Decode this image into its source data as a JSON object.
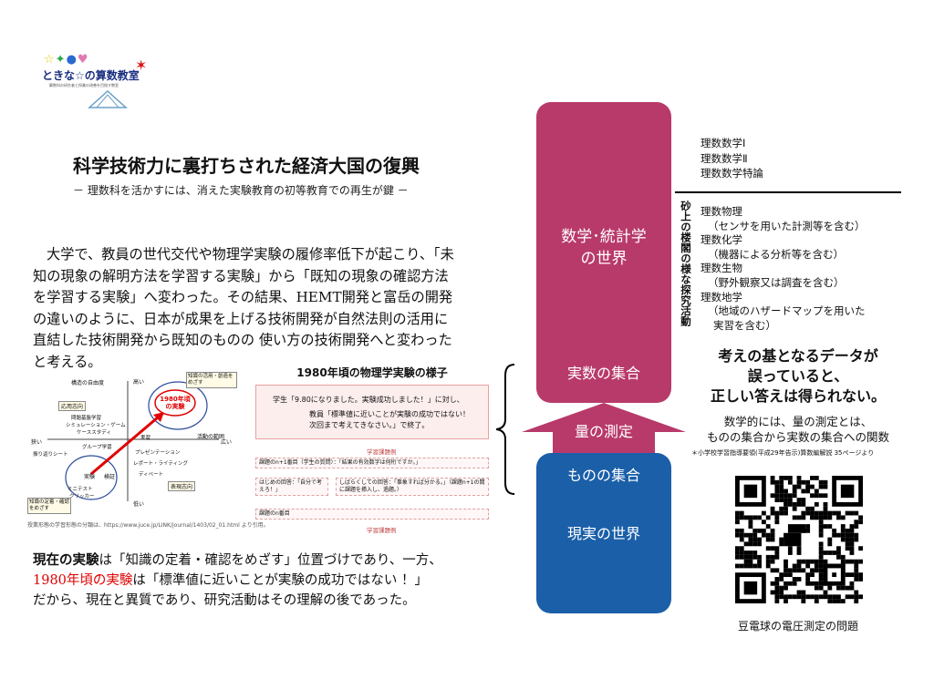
{
  "logo": {
    "stars": "☆✦●♥",
    "name": "ときな☆の算数教室",
    "tagline": "算数科の研究者と授業の改善を目指す教室"
  },
  "title": "科学技術力に裏打ちされた経済大国の復興",
  "subtitle": "－  理数科を活かすには、消えた実験教育の初等教育での再生が鍵  －",
  "body_text": "大学で、教員の世代交代や物理学実験の履修率低下が起こり、「未知の現象の解明方法を学習する実験」から「既知の現象の確認方法を学習する実験」へ変わった。その結果、HEMT開発と富岳の開発の違いのように、日本が成果を上げる技術開発が自然法則の活用に直結した技術開発から既知のものの 使い方の技術開発へと変わったと考える。",
  "fig_left": {
    "labels": {
      "high": "高い",
      "low": "低い",
      "wide": "広い",
      "narrow": "狭い",
      "top_axis": "構造の自由度",
      "right_axis": "活動の範囲",
      "app": "応用志向",
      "knowledge": "知識の活用・創造をめざす",
      "callout": "1980年頃の実験",
      "express": "表現志向",
      "know2": "知識の定着・確認をめざす",
      "jikken": "実験",
      "kensho": "検証",
      "minitest": "ミニテスト",
      "quiz": "クリッカー",
      "problem": "問題基盤学習",
      "sim": "シミュレーション・ゲーム",
      "case": "ケーススタディ",
      "group": "グループ学習",
      "jisshu": "実習",
      "present": "プレゼンテーション",
      "report": "レポート・ライティング",
      "debate": "ディベート",
      "kyoshi": "振り返りシート"
    },
    "caption": "授業形態の学習形態の分類は、https://www.juce.jp/LINK/journal/1403/02_01.html  より引用。"
  },
  "fig_right": {
    "title": "1980年頃の物理学実験の様子",
    "line1": "学生「9.80になりました。実験成功しました！」に対し、",
    "line2": "教員「標準値に近いことが実験の成功ではない！",
    "line3": "次回まで考えてきなさい。」で終了。",
    "label_a": "学習課題例",
    "step1": "課題のn+1番目（学生の質問）：「結果の有効数字は何桁ですか。」",
    "answer1": "はじめの回答：「自分で考えろ！」",
    "answer2": "しばらくしての回答：「事象すれば分かる。」（課題n+1の間に課題を挿入し、過題。）",
    "step2": "課題のn番目",
    "label_b": "学習課題例"
  },
  "bottom": {
    "part1": "現在の実験",
    "part2": "は「知識の定着・確認をめざす」位置づけであり、一方、",
    "part3": "1980年頃の実験",
    "part4": "は「標準値に近いことが実験の成功ではない ！」",
    "part5": "だから、現在と異質であり、研究活動はその理解の後であった。"
  },
  "diagram": {
    "top_label": "数学･統計学\nの世界",
    "top_line1": "数学･統計学",
    "top_line2": "の世界",
    "real_set": "実数の集合",
    "measure": "量の測定",
    "thing_set": "ものの集合",
    "real_world": "現実の世界",
    "vertical": "砂上の楼閣の様な探究活動",
    "math_items": [
      "理数数学Ⅰ",
      "理数数学Ⅱ",
      "理数数学特論"
    ],
    "sci_items": [
      {
        "text": "理数物理",
        "indent": 0
      },
      {
        "text": "（センサを用いた計測等を含む）",
        "indent": 1
      },
      {
        "text": "理数化学",
        "indent": 0
      },
      {
        "text": "（機器による分析等を含む）",
        "indent": 1
      },
      {
        "text": "理数生物",
        "indent": 0
      },
      {
        "text": "（野外観察又は調査を含む）",
        "indent": 1
      },
      {
        "text": "理数地学",
        "indent": 0
      },
      {
        "text": "（地域のハザードマップを用いた",
        "indent": 1
      },
      {
        "text": "実習を含む）",
        "indent": 2
      }
    ],
    "emph_line1": "考えの基となるデータが",
    "emph_line2": "誤っていると、",
    "emph_line3": "正しい答えは得られない。",
    "note_line1": "数学的には、量の測定とは、",
    "note_line2": "ものの集合から実数の集合への関数",
    "tiny_note": "＊小学校学習指導要領(平成29年告示)算数編解説 35ページより",
    "qr_caption": "豆電球の電圧測定の問題"
  },
  "colors": {
    "top_box": "#b83a6a",
    "bottom_box": "#1a5fa8",
    "accent_red": "#e00000"
  }
}
